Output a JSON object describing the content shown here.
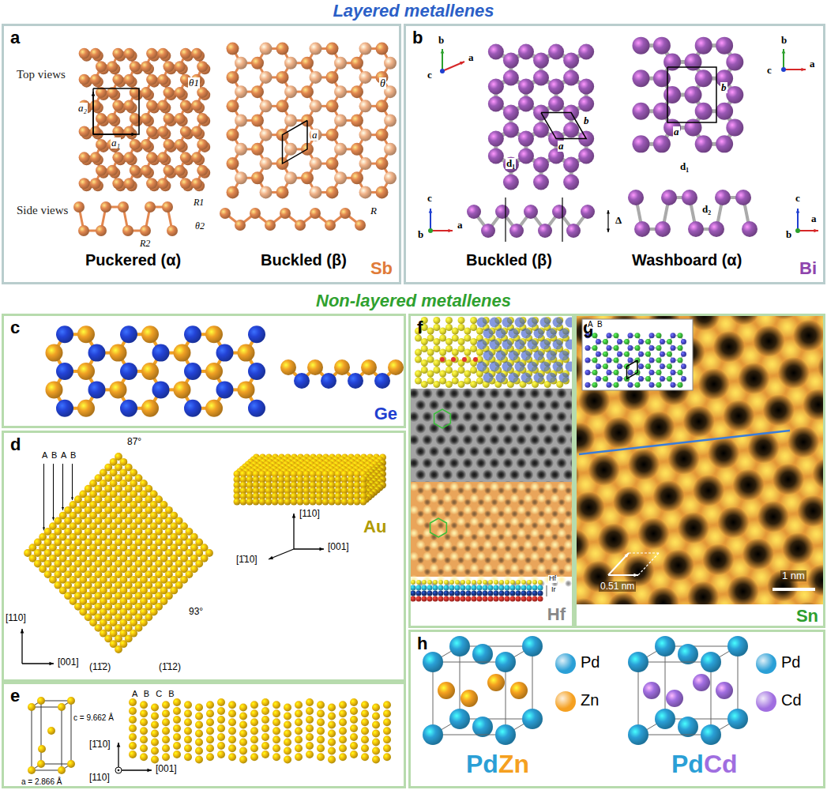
{
  "diagram": {
    "nodes": [
      {
        "text": [
          "Layered metallenes"
        ]
      },
      {
        "text": [
          "a",
          "Sb"
        ],
        "in": 0
      },
      {
        "text": [
          "b",
          "Bi"
        ],
        "in": 0
      },
      {
        "text": [
          "Non-layered metallenes"
        ]
      },
      {
        "text": [
          "c",
          "Ge"
        ],
        "in": 3
      },
      {
        "text": [
          "d",
          "Au"
        ],
        "in": 3
      },
      {
        "text": [
          "e"
        ],
        "in": 3
      },
      {
        "text": [
          "f",
          "Hf"
        ],
        "in": 3
      },
      {
        "text": [
          "g",
          "Sn"
        ],
        "in": 3
      },
      {
        "text": [
          "h"
        ],
        "in": 3
      }
    ],
    "labels": [
      "Top views",
      "Side views",
      "a₂",
      "a₁",
      "θ1",
      "R1",
      "R2",
      "θ2",
      "a",
      "θ",
      "R",
      "Puckered (α)",
      "Buckled (β)",
      "b",
      "c",
      "a",
      "b",
      "a",
      "d₁",
      "c",
      "b",
      "a",
      "Δ",
      "Buckled (β)",
      "b",
      "c",
      "a",
      "a",
      "b",
      "d₁",
      "d₂",
      "c",
      "b",
      "a",
      "Washboard (α)",
      "A",
      "B",
      "A",
      "B",
      "87°",
      "93°",
      "[110]",
      "[001]",
      "(11̄2)",
      "(1̄12)",
      "[110]",
      "[1̄10]",
      "[001]",
      "c = 9.662 Å",
      "a = 2.866 Å",
      "A B C B",
      "[1̄10]",
      "[110]",
      "[001]",
      "Hf",
      "Ir",
      "A",
      "B",
      "0.51 nm",
      "1 nm",
      "Pd",
      "Zn",
      "Pd",
      "Cd"
    ],
    "legend": [
      {
        "text": "Pd",
        "color": "#2a9fd6"
      },
      {
        "text": "Zn",
        "color": "#f5a020"
      },
      {
        "text": "Pd",
        "color": "#2a9fd6"
      },
      {
        "text": "Cd",
        "color": "#a06ee0"
      }
    ]
  }
}
